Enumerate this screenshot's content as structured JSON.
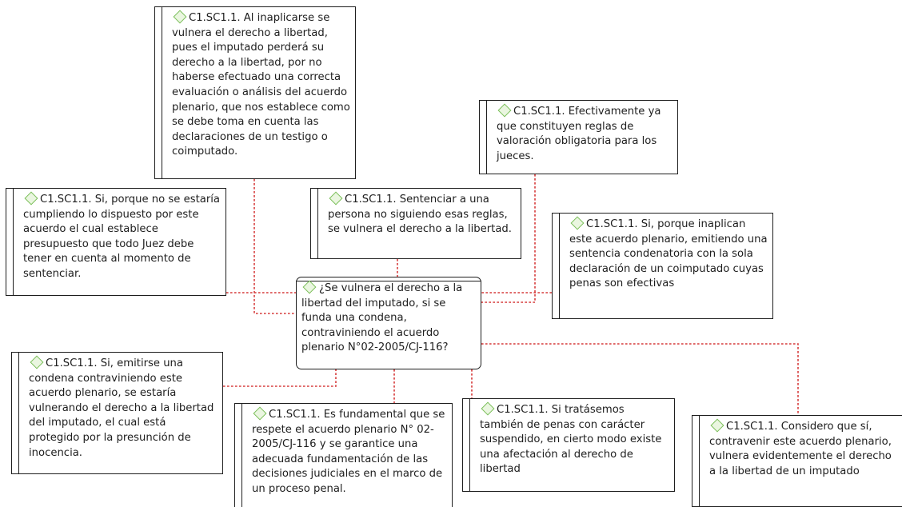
{
  "central_question": "¿Se vulnera el derecho a la libertad del imputado, si se funda una condena, contraviniendo el acuerdo plenario N°02-2005/CJ-116?",
  "quotations": [
    {
      "text": "C1.SC1.1. Al inaplicarse se vulnera el derecho a libertad, pues el imputado perderá su derecho a la libertad, por no haberse efectuado una correcta evaluación o análisis del acuerdo plenario, que nos establece como se debe toma en cuenta las declaraciones de un testigo o coimputado."
    },
    {
      "text": "C1.SC1.1. Efectivamente ya que constituyen reglas de valoración obligatoria para los jueces."
    },
    {
      "text": "C1.SC1.1. Si, porque no se estaría cumpliendo lo dispuesto por este acuerdo el cual establece presupuesto que todo Juez debe tener en cuenta al momento de sentenciar."
    },
    {
      "text": "C1.SC1.1. Sentenciar a una persona no siguiendo esas reglas, se vulnera el derecho a la libertad."
    },
    {
      "text": "C1.SC1.1. Si, porque inaplican este acuerdo plenario, emitiendo una sentencia condenatoria con la sola declaración de un coimputado cuyas penas son efectivas"
    },
    {
      "text": "C1.SC1.1. Si, emitirse una condena contraviniendo este acuerdo plenario, se estaría vulnerando el derecho a la libertad del imputado, el cual está protegido por la presunción de inocencia."
    },
    {
      "text": "C1.SC1.1. Es fundamental que se respete el acuerdo plenario N° 02-2005/CJ-116 y se garantice una adecuada fundamentación de las decisiones judiciales en el marco de un proceso penal."
    },
    {
      "text": "C1.SC1.1. Si tratásemos también de penas con carácter suspendido, en cierto modo existe una afectación al derecho de libertad"
    },
    {
      "text": "C1.SC1.1. Considero que sí, contravenir este acuerdo plenario, vulnera evidentemente el derecho a la libertad de un imputado"
    }
  ],
  "colors": {
    "link": "#d63a3a",
    "icon_border": "#7bbf5a",
    "icon_fill": "#eaf6e0",
    "border": "#1e1e1e"
  },
  "icons": {
    "quotation": "diamond-icon",
    "central": "diamond-icon"
  }
}
